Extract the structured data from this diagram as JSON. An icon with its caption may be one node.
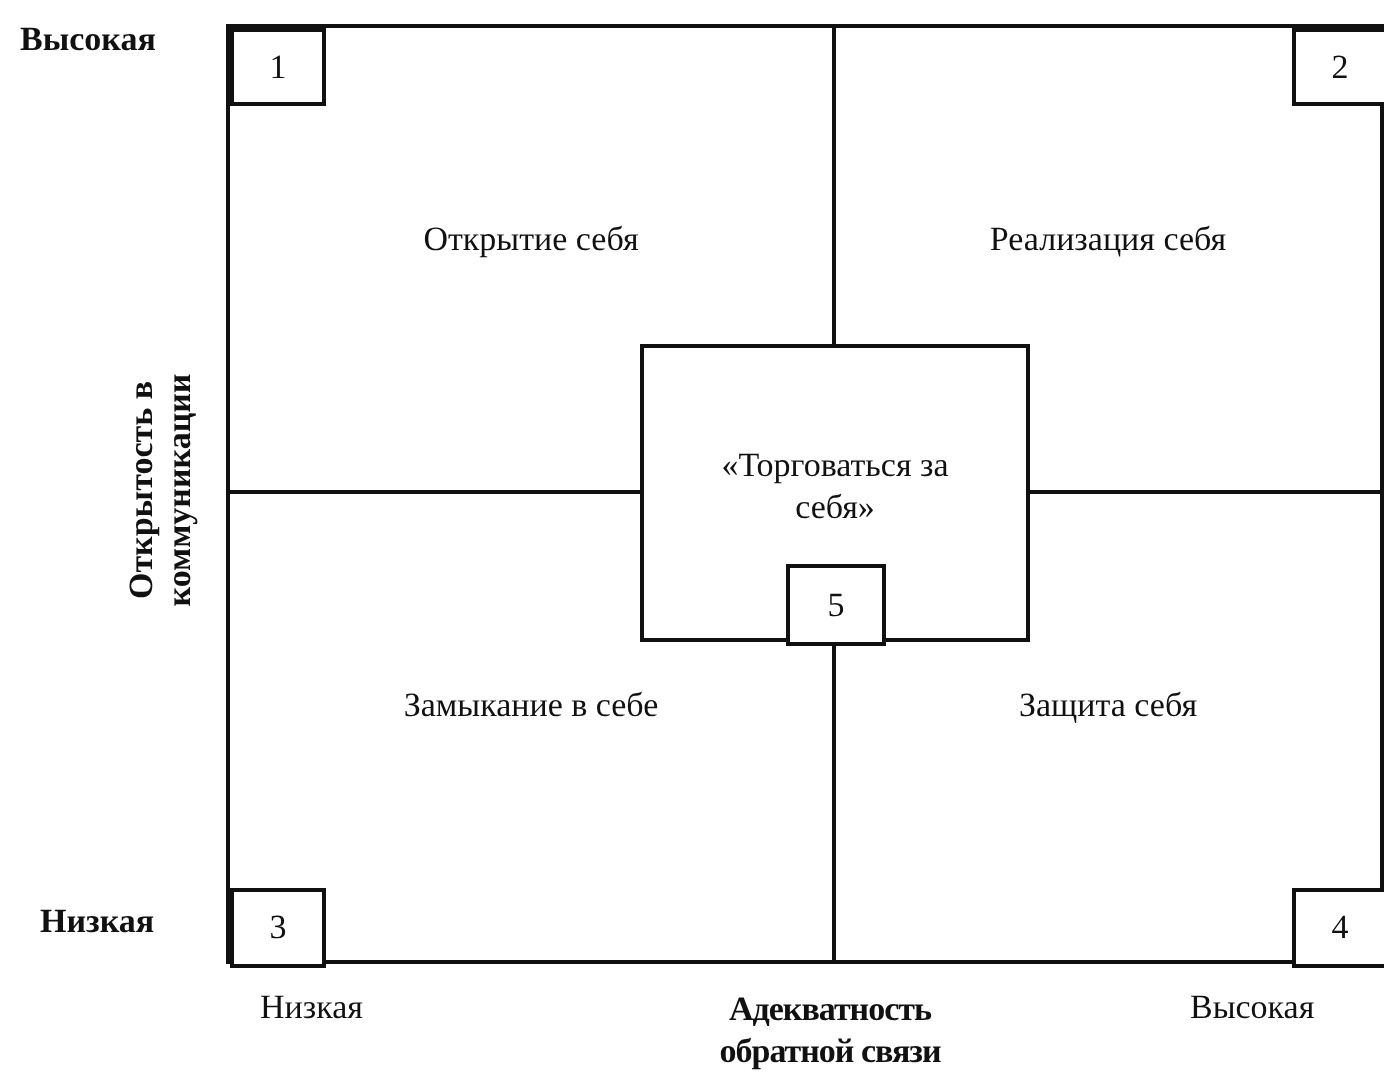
{
  "diagram": {
    "nodes": [
      {
        "text": [
          "Открытие себя"
        ]
      },
      {
        "text": [
          "Реализация себя"
        ]
      },
      {
        "text": [
          "Замыкание в себе"
        ]
      },
      {
        "text": [
          "Защита себя"
        ]
      },
      {
        "text": [
          "1"
        ],
        "in": 0
      },
      {
        "text": [
          "2"
        ],
        "in": 1
      },
      {
        "text": [
          "3"
        ],
        "in": 2
      },
      {
        "text": [
          "4"
        ],
        "in": 3
      },
      {
        "text": [
          "«Торговаться за себя»"
        ]
      },
      {
        "text": [
          "5"
        ],
        "in": 8
      }
    ],
    "labels": [
      "Высокая",
      "Открытость в коммуникации",
      "Низкая",
      "Низкая",
      "Адекватность обратной связи",
      "Высокая"
    ]
  }
}
